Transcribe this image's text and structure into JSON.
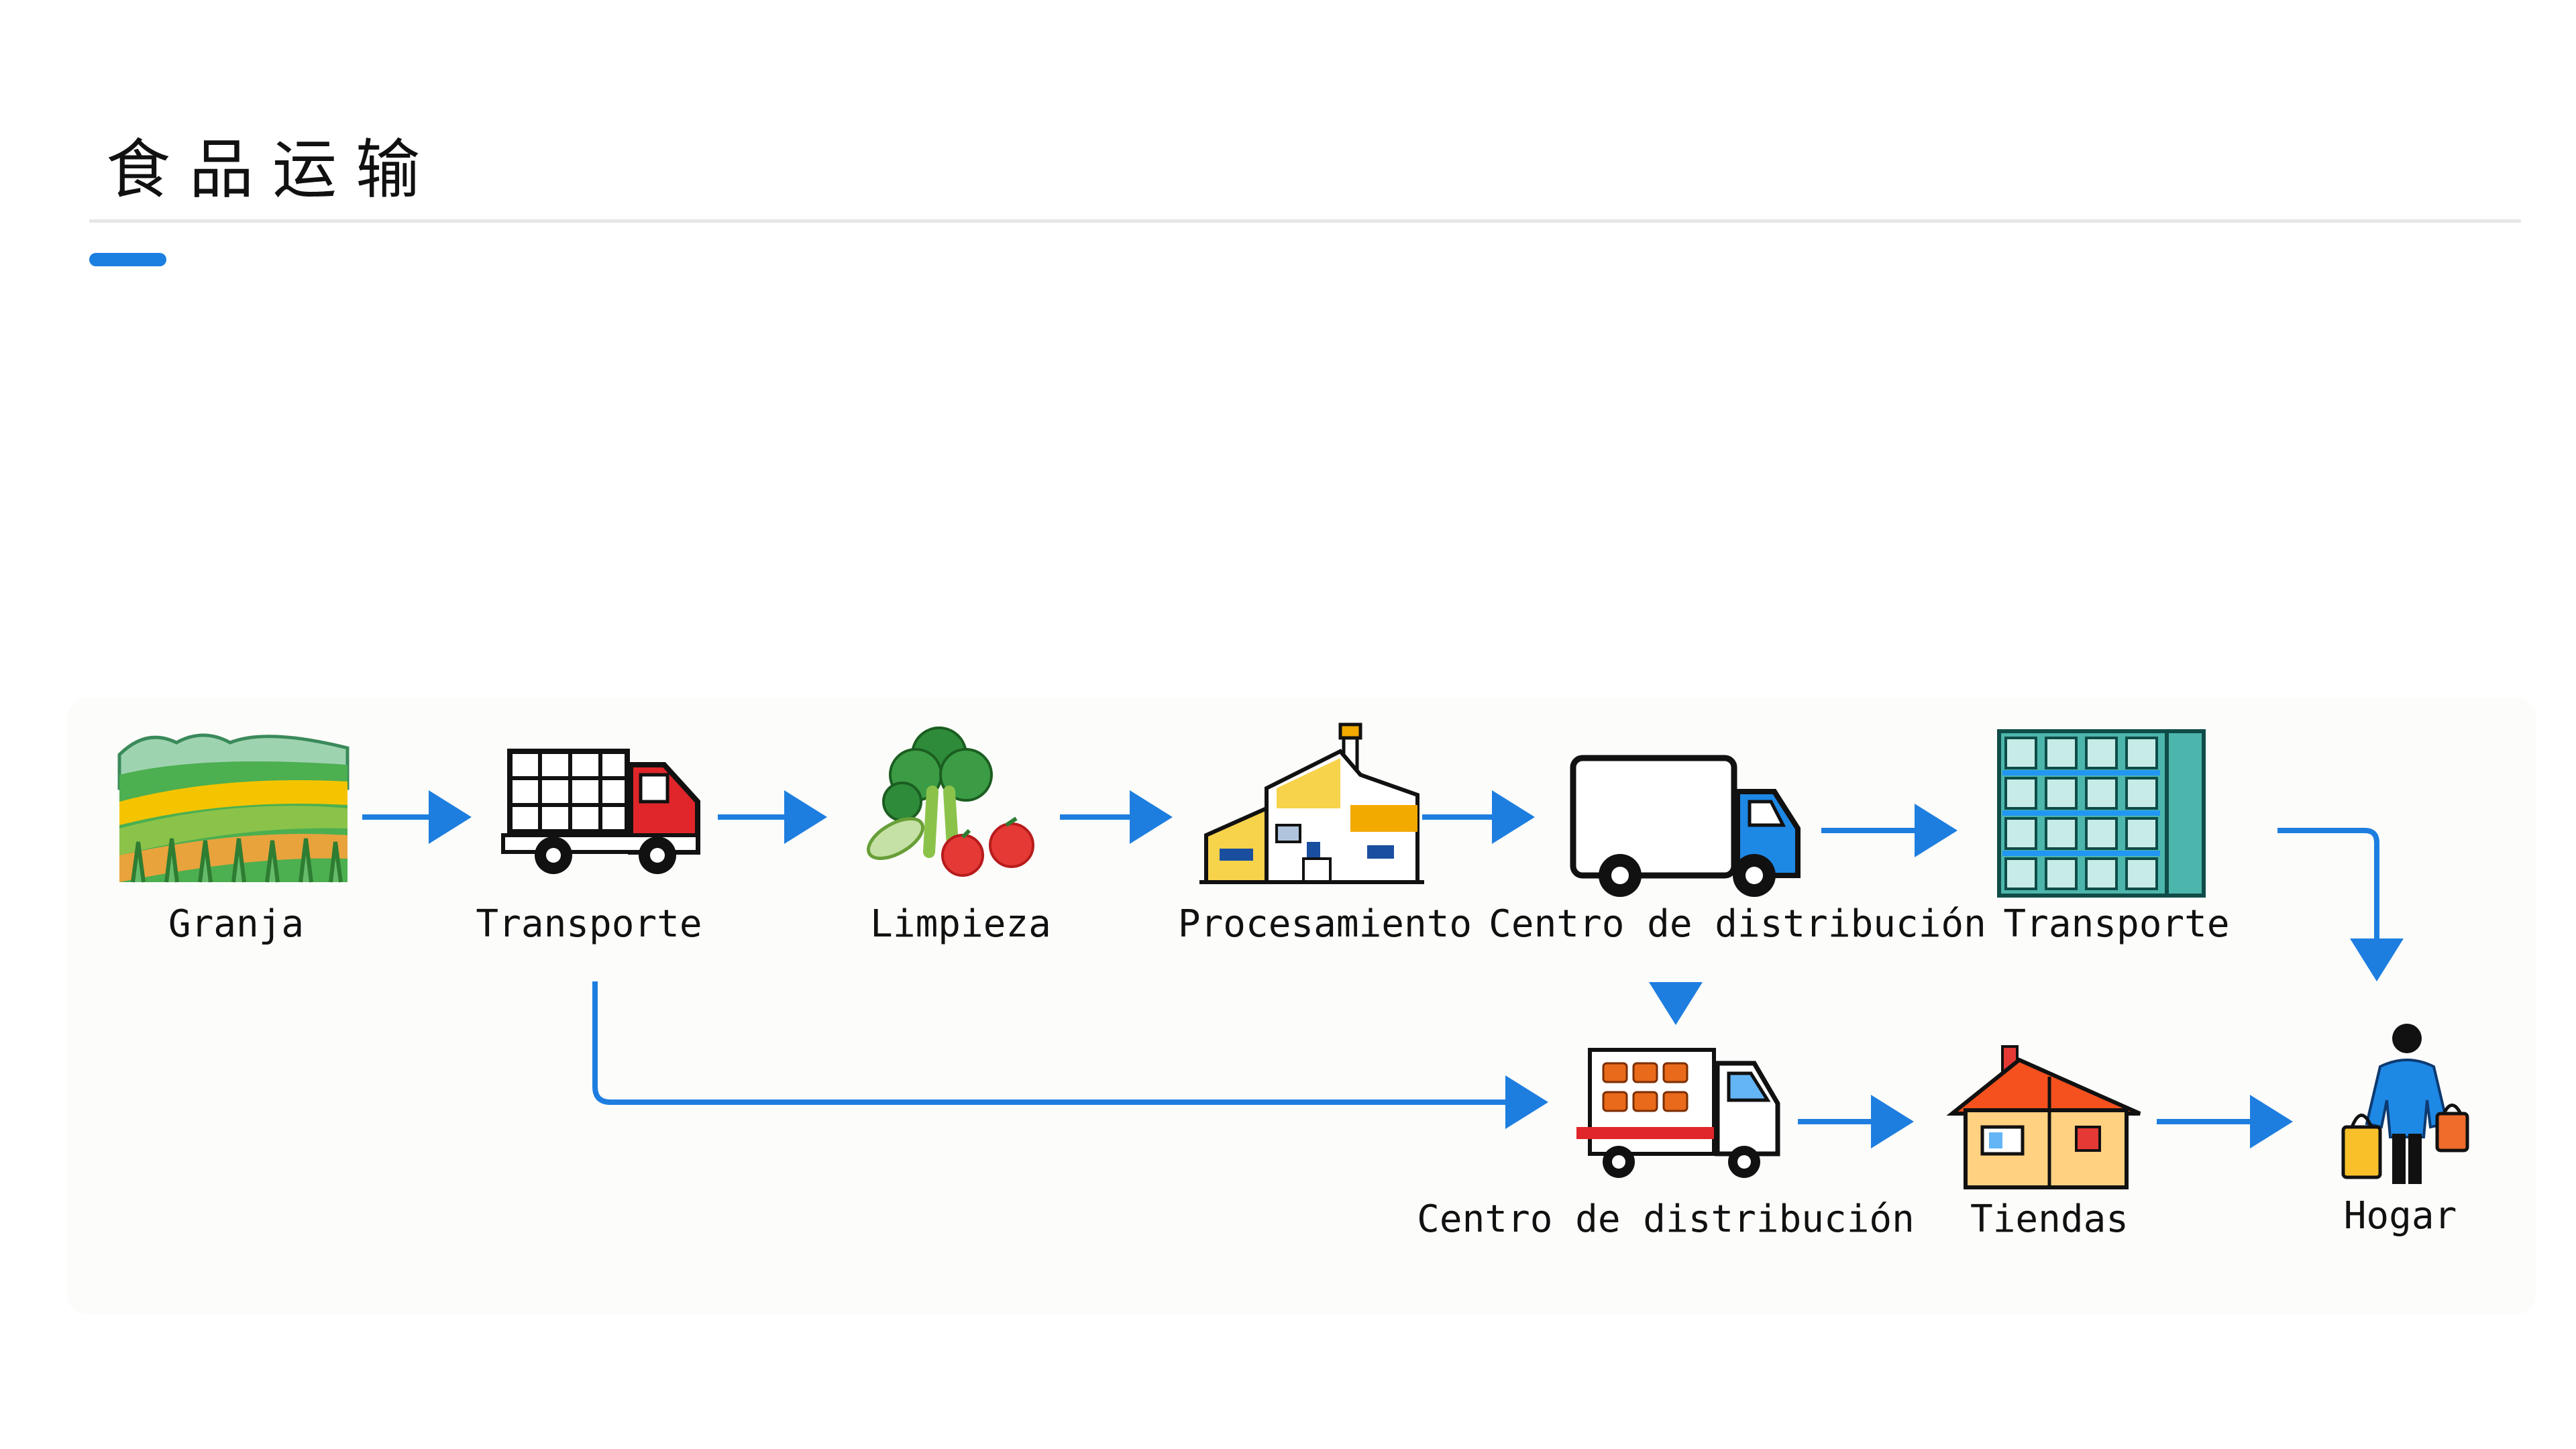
{
  "title": "食品运输",
  "accent_color": "#1a7fe0",
  "arrow_color": "#1e7ee0",
  "nodes": {
    "granja": {
      "label": "Granja",
      "icon": "farm-icon"
    },
    "transporte1": {
      "label": "Transporte",
      "icon": "truck-icon"
    },
    "limpieza": {
      "label": "Limpieza",
      "icon": "vegetables-icon"
    },
    "procesamiento": {
      "label": "Procesamiento",
      "icon": "factory-icon"
    },
    "centro1": {
      "label": "Centro de distribución",
      "icon": "delivery-truck-icon"
    },
    "transporte2": {
      "label": "Transporte",
      "icon": "warehouse-icon"
    },
    "centro2": {
      "label": "Centro de distribución",
      "icon": "cargo-truck-icon"
    },
    "tiendas": {
      "label": "Tiendas",
      "icon": "store-house-icon"
    },
    "hogar": {
      "label": "Hogar",
      "icon": "shopper-person-icon"
    }
  }
}
